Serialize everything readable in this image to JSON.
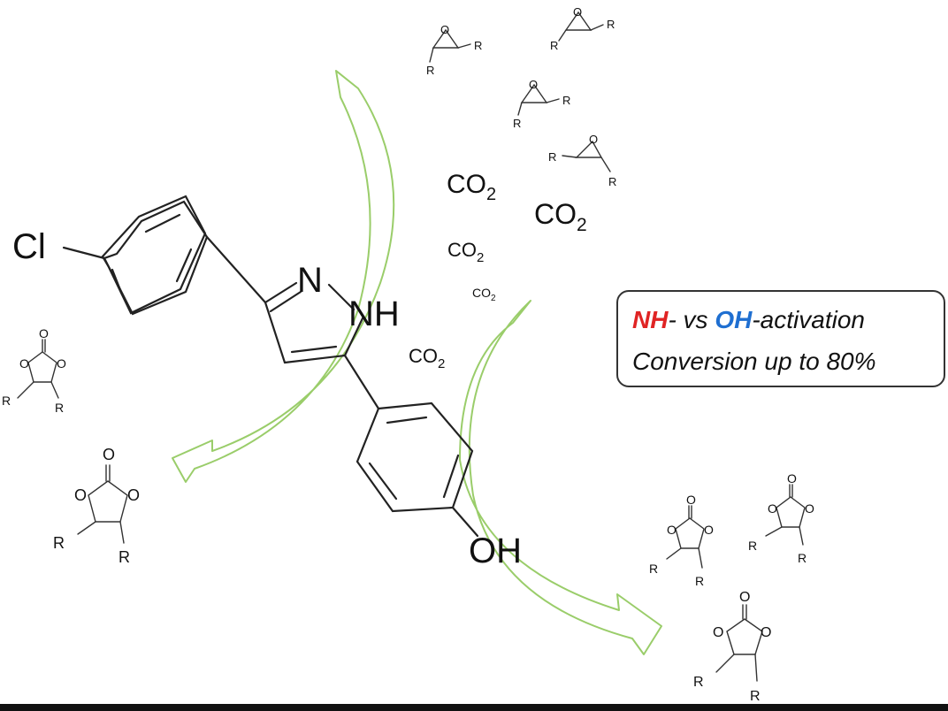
{
  "molecule": {
    "chlorine": "Cl",
    "nitrogen": "N",
    "nh": "NH",
    "hydroxyl": "OH"
  },
  "co2": {
    "text": "CO",
    "subscript": "2"
  },
  "epoxide": {
    "oxygen": "O",
    "substituent": "R"
  },
  "carbonate": {
    "oxygen": "O",
    "substituent": "R"
  },
  "callout": {
    "nh_label": "NH",
    "vs_text": "- vs ",
    "oh_label": "OH",
    "activation_text": "-activation",
    "line2": "Conversion up to 80%"
  },
  "colors": {
    "nh": "#e02424",
    "oh": "#1f6fd1",
    "arrow_outline": "#9acd6a",
    "bonds": "#222222"
  }
}
